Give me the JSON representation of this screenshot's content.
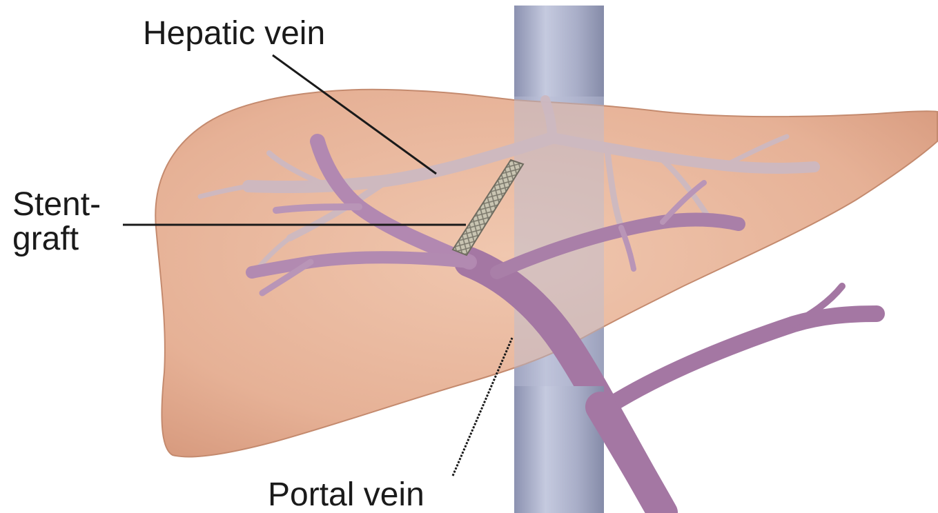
{
  "labels": {
    "hepatic_vein": "Hepatic vein",
    "stent_graft_line1": "Stent-",
    "stent_graft_line2": "graft",
    "portal_vein": "Portal vein"
  },
  "colors": {
    "background": "#ffffff",
    "liver_fill": "#e8b49a",
    "liver_outline": "#b87a60",
    "ivc_fill": "#a8aec9",
    "hepatic_vein": "#c9b4bc",
    "portal_vein": "#a477a3",
    "stent": "#b9b6a6",
    "leader_line": "#1a1a1a"
  },
  "icons": {
    "organ": "liver-icon",
    "vessel": "inferior-vena-cava"
  }
}
